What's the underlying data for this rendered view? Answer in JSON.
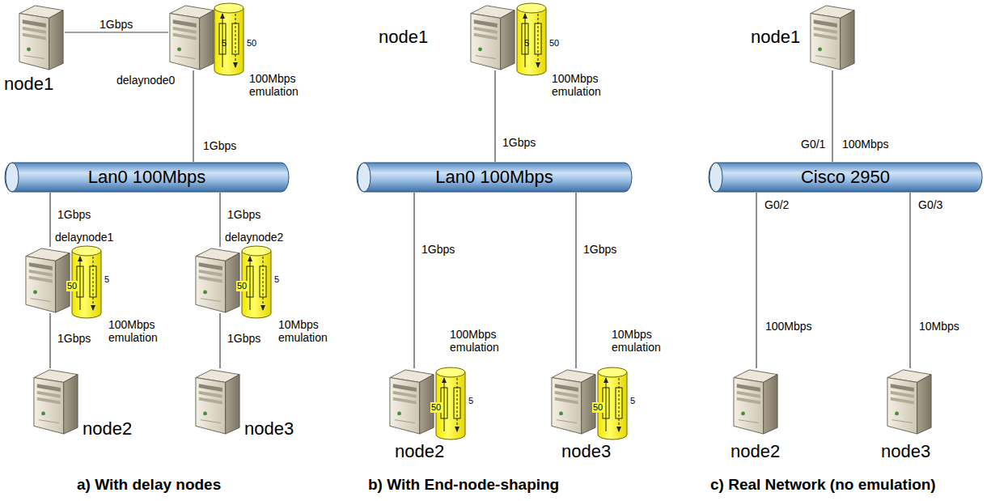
{
  "diagram": {
    "nodes": [
      {
        "text": [
          "node1"
        ]
      },
      {
        "text": [
          "delaynode0"
        ]
      },
      {
        "text": [
          "5",
          "50",
          "100Mbps emulation"
        ]
      },
      {
        "text": [
          "Lan0 100Mbps"
        ]
      },
      {
        "text": [
          "delaynode1"
        ]
      },
      {
        "text": [
          "50",
          "5",
          "100Mbps emulation"
        ]
      },
      {
        "text": [
          "delaynode2"
        ]
      },
      {
        "text": [
          "50",
          "5",
          "10Mbps emulation"
        ]
      },
      {
        "text": [
          "node2"
        ]
      },
      {
        "text": [
          "node3"
        ]
      },
      {
        "text": [
          "node1"
        ]
      },
      {
        "text": [
          "5",
          "50",
          "100Mbps emulation"
        ]
      },
      {
        "text": [
          "Lan0 100Mbps"
        ]
      },
      {
        "text": [
          "node2"
        ]
      },
      {
        "text": [
          "50",
          "5",
          "100Mbps emulation"
        ]
      },
      {
        "text": [
          "node3"
        ]
      },
      {
        "text": [
          "50",
          "5",
          "10Mbps emulation"
        ]
      },
      {
        "text": [
          "node1"
        ]
      },
      {
        "text": [
          "Cisco 2950"
        ]
      },
      {
        "text": [
          "node2"
        ]
      },
      {
        "text": [
          "node3"
        ]
      }
    ],
    "edges": [
      {
        "from": 0,
        "to": 1,
        "label": "1Gbps",
        "arrow": "none"
      },
      {
        "from": 1,
        "to": 3,
        "label": "1Gbps",
        "arrow": "none"
      },
      {
        "from": 3,
        "to": 4,
        "label": "1Gbps",
        "arrow": "none"
      },
      {
        "from": 3,
        "to": 6,
        "label": "1Gbps",
        "arrow": "none"
      },
      {
        "from": 4,
        "to": 8,
        "label": "1Gbps",
        "arrow": "none"
      },
      {
        "from": 6,
        "to": 9,
        "label": "1Gbps",
        "arrow": "none"
      },
      {
        "from": 10,
        "to": 12,
        "label": "1Gbps",
        "arrow": "none"
      },
      {
        "from": 12,
        "to": 13,
        "label": "1Gbps",
        "arrow": "none"
      },
      {
        "from": 12,
        "to": 15,
        "label": "1Gbps",
        "arrow": "none"
      },
      {
        "from": 17,
        "to": 18,
        "label": "100Mbps",
        "arrow": "none"
      },
      {
        "from": 18,
        "to": 19,
        "label": "100Mbps",
        "arrow": "none"
      },
      {
        "from": 18,
        "to": 20,
        "label": "10Mbps",
        "arrow": "none"
      }
    ],
    "labels": [
      "G0/1",
      "G0/2",
      "G0/3",
      "a) With delay nodes",
      "b) With End-node-shaping",
      "c) Real Network (no emulation)"
    ]
  }
}
